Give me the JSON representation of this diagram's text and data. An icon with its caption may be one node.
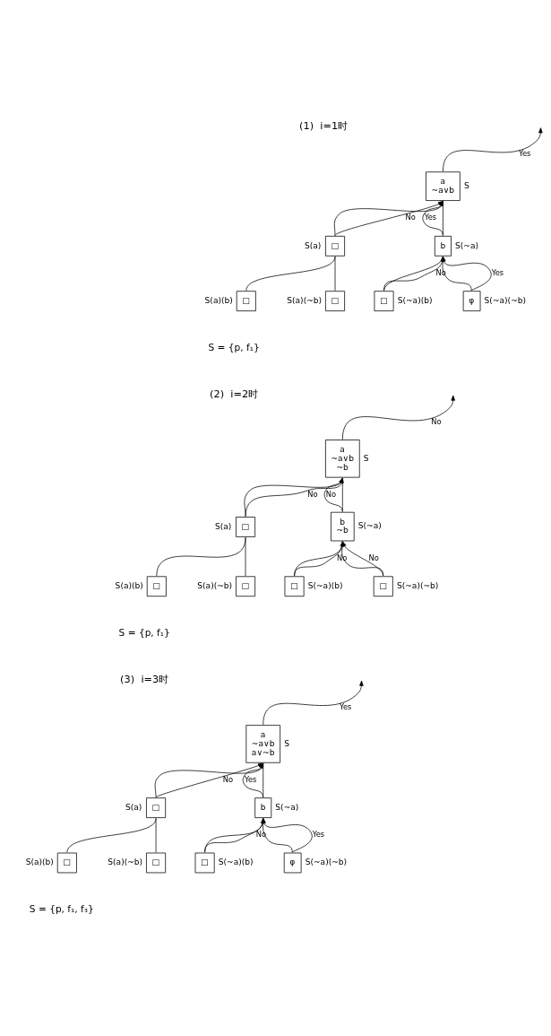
{
  "diagram": {
    "nodes": [
      {
        "text": [
          "a",
          "~a∨b"
        ],
        "beside": [
          "S"
        ]
      },
      {
        "text": [
          "□"
        ],
        "beside": [
          "S(a)"
        ]
      },
      {
        "text": [
          "b"
        ],
        "beside": [
          "S(~a)"
        ]
      },
      {
        "text": [
          "□"
        ],
        "beside": [
          "S(a)(b)"
        ]
      },
      {
        "text": [
          "□"
        ],
        "beside": [
          "S(a)(~b)"
        ]
      },
      {
        "text": [
          "□"
        ],
        "beside": [
          "S(~a)(b)"
        ]
      },
      {
        "text": [
          "φ"
        ],
        "beside": [
          "S(~a)(~b)"
        ]
      },
      {
        "text": [
          "a",
          "~a∨b",
          "~b"
        ],
        "beside": [
          "S"
        ]
      },
      {
        "text": [
          "□"
        ],
        "beside": [
          "S(a)"
        ]
      },
      {
        "text": [
          "b",
          "~b"
        ],
        "beside": [
          "S(~a)"
        ]
      },
      {
        "text": [
          "□"
        ],
        "beside": [
          "S(a)(b)"
        ]
      },
      {
        "text": [
          "□"
        ],
        "beside": [
          "S(a)(~b)"
        ]
      },
      {
        "text": [
          "□"
        ],
        "beside": [
          "S(~a)(b)"
        ]
      },
      {
        "text": [
          "□"
        ],
        "beside": [
          "S(~a)(~b)"
        ]
      },
      {
        "text": [
          "a",
          "~a∨b",
          "a∨~b"
        ],
        "beside": [
          "S"
        ]
      },
      {
        "text": [
          "□"
        ],
        "beside": [
          "S(a)"
        ]
      },
      {
        "text": [
          "b"
        ],
        "beside": [
          "S(~a)"
        ]
      },
      {
        "text": [
          "□"
        ],
        "beside": [
          "S(a)(b)"
        ]
      },
      {
        "text": [
          "□"
        ],
        "beside": [
          "S(a)(~b)"
        ]
      },
      {
        "text": [
          "□"
        ],
        "beside": [
          "S(~a)(b)"
        ]
      },
      {
        "text": [
          "φ"
        ],
        "beside": [
          "S(~a)(~b)"
        ]
      }
    ],
    "edges": [
      {
        "from": 0,
        "to": null,
        "arrow": "to",
        "label": "Yes"
      },
      {
        "from": 0,
        "to": 1,
        "arrow": "none"
      },
      {
        "from": 1,
        "to": 0,
        "arrow": "to",
        "label": "No"
      },
      {
        "from": 0,
        "to": 2,
        "arrow": "none"
      },
      {
        "from": 2,
        "to": 0,
        "arrow": "to",
        "label": "Yes"
      },
      {
        "from": 1,
        "to": 3,
        "arrow": "none"
      },
      {
        "from": 1,
        "to": 4,
        "arrow": "none"
      },
      {
        "from": 2,
        "to": 5,
        "arrow": "none"
      },
      {
        "from": 5,
        "to": 2,
        "arrow": "to",
        "label": "No"
      },
      {
        "from": 2,
        "to": 6,
        "arrow": "none"
      },
      {
        "from": 6,
        "to": 2,
        "arrow": "to",
        "label": "Yes"
      },
      {
        "from": 7,
        "to": null,
        "arrow": "to",
        "label": "No"
      },
      {
        "from": 7,
        "to": 8,
        "arrow": "none"
      },
      {
        "from": 8,
        "to": 7,
        "arrow": "to",
        "label": "No"
      },
      {
        "from": 7,
        "to": 9,
        "arrow": "none"
      },
      {
        "from": 9,
        "to": 7,
        "arrow": "to",
        "label": "No"
      },
      {
        "from": 8,
        "to": 10,
        "arrow": "none"
      },
      {
        "from": 8,
        "to": 11,
        "arrow": "none"
      },
      {
        "from": 9,
        "to": 12,
        "arrow": "none"
      },
      {
        "from": 12,
        "to": 9,
        "arrow": "to",
        "label": "No"
      },
      {
        "from": 9,
        "to": 13,
        "arrow": "none"
      },
      {
        "from": 13,
        "to": 9,
        "arrow": "to",
        "label": "No"
      },
      {
        "from": 14,
        "to": null,
        "arrow": "to",
        "label": "Yes"
      },
      {
        "from": 14,
        "to": 15,
        "arrow": "none"
      },
      {
        "from": 15,
        "to": 14,
        "arrow": "to",
        "label": "No"
      },
      {
        "from": 14,
        "to": 16,
        "arrow": "none"
      },
      {
        "from": 16,
        "to": 14,
        "arrow": "to",
        "label": "Yes"
      },
      {
        "from": 15,
        "to": 17,
        "arrow": "none"
      },
      {
        "from": 15,
        "to": 18,
        "arrow": "none"
      },
      {
        "from": 16,
        "to": 19,
        "arrow": "none"
      },
      {
        "from": 19,
        "to": 16,
        "arrow": "to",
        "label": "No"
      },
      {
        "from": 16,
        "to": 20,
        "arrow": "none"
      },
      {
        "from": 20,
        "to": 16,
        "arrow": "to",
        "label": "Yes"
      }
    ],
    "labels": [
      "(1)  i=1时",
      "S = {p, f₁}",
      "(2)  i=2时",
      "S = {p, f₁}",
      "(3)  i=3时",
      "S = {p, f₁, f₃}"
    ]
  }
}
